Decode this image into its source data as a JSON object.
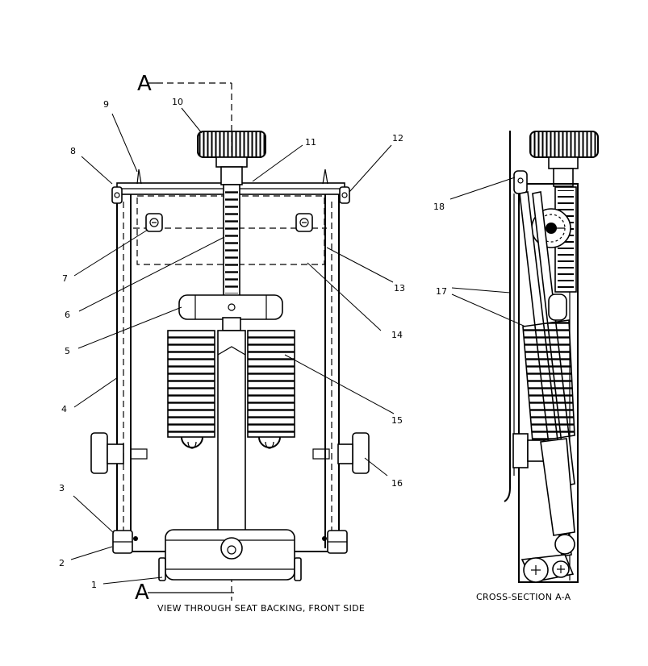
{
  "section_marks": {
    "top": "A",
    "bottom": "A"
  },
  "callouts": [
    "1",
    "2",
    "3",
    "4",
    "5",
    "6",
    "7",
    "8",
    "9",
    "10",
    "11",
    "12",
    "13",
    "14",
    "15",
    "16",
    "17",
    "18"
  ],
  "captions": {
    "front_view": "VIEW THROUGH SEAT BACKING, FRONT SIDE",
    "cross_section": "CROSS-SECTION A-A"
  }
}
